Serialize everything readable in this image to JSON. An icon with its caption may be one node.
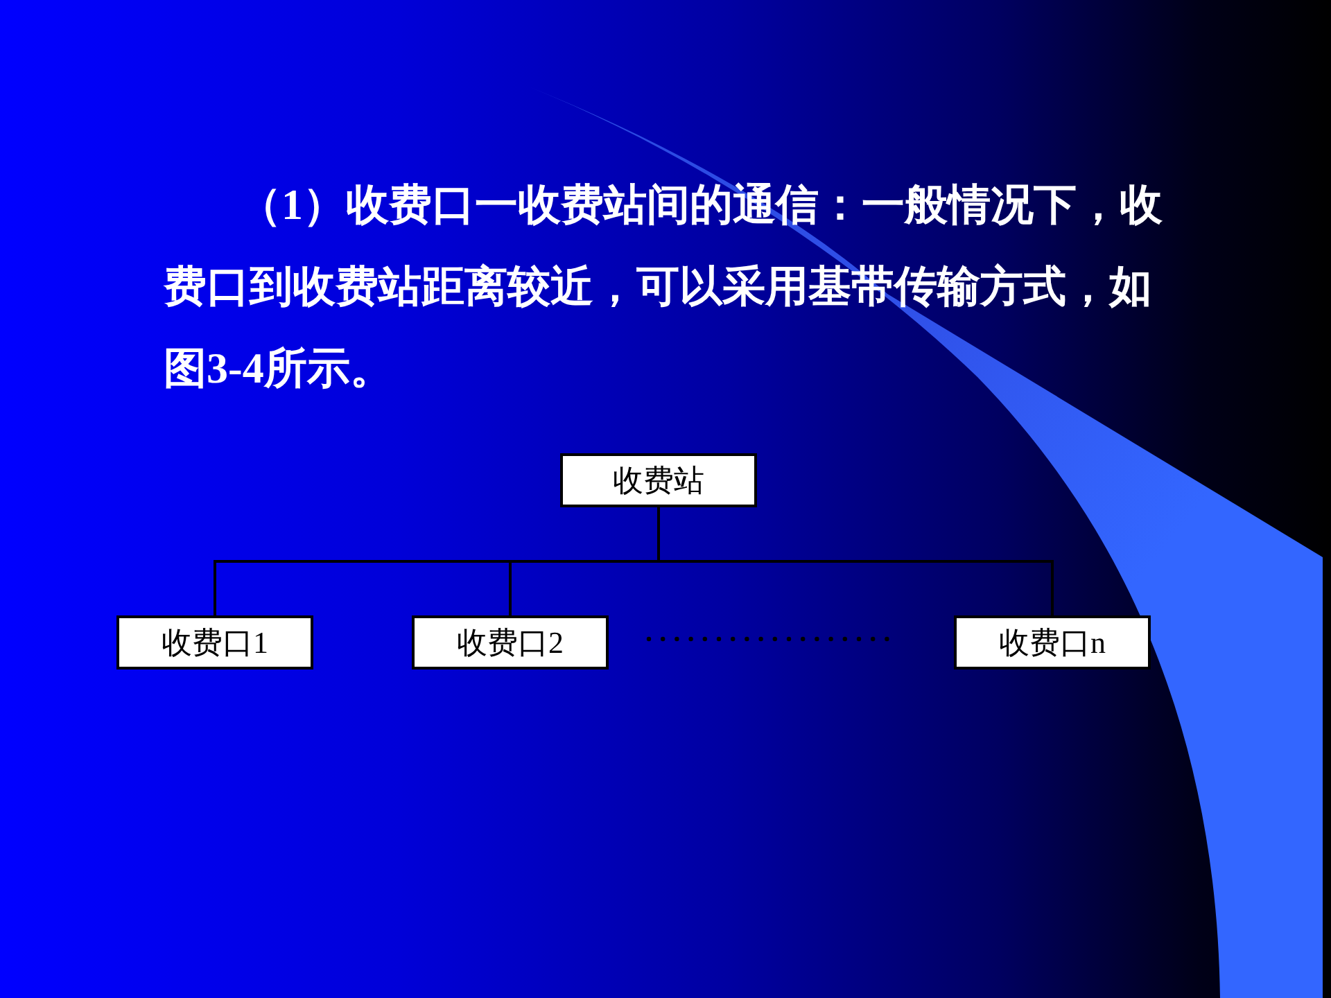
{
  "diagram": {
    "nodes": [
      {
        "text": [
          "收费站"
        ]
      },
      {
        "text": [
          "收费口1"
        ]
      },
      {
        "text": [
          "收费口2"
        ]
      },
      {
        "text": [
          "收费口n"
        ]
      }
    ],
    "edges": [
      {
        "from": 0,
        "to": 1,
        "arrow": "none"
      },
      {
        "from": 0,
        "to": 2,
        "arrow": "none"
      },
      {
        "from": 0,
        "to": 3,
        "arrow": "none"
      }
    ],
    "labels": [
      "（1）收费口一收费站间的通信：一般情况下，收费口到收费站距离较近，可以采用基带传输方式，如图3-4所示。"
    ]
  }
}
